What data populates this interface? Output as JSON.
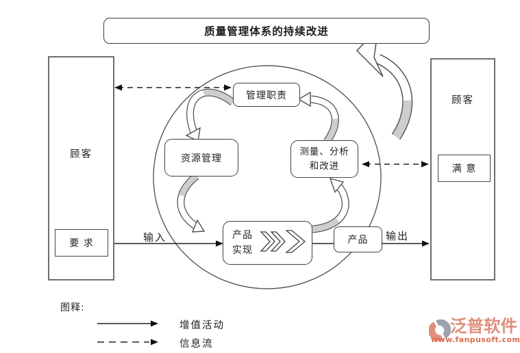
{
  "banner": {
    "title": "质量管理体系的持续改进"
  },
  "customer_left": {
    "label": "顾客",
    "requirements_label": "要 求"
  },
  "customer_right": {
    "label": "顾客",
    "satisfaction_label": "满 意"
  },
  "cycle": {
    "management": "管理职责",
    "resource": "资源管理",
    "measurement": {
      "line1": "测量、分析",
      "line2": "和改进"
    },
    "realization": {
      "line1": "产品",
      "line2": "实现"
    },
    "product": "产品"
  },
  "flow": {
    "input": "输入",
    "output": "输出"
  },
  "legend": {
    "heading": "图释:",
    "solid_label": "增值活动",
    "dashed_label": "信息流"
  },
  "brand": {
    "name": "泛普软件",
    "website": "www.fanpusoft.com",
    "mark": "ring-swoosh"
  },
  "colors": {
    "ribbon_gray": "#cdcdcd",
    "outline_dark": "#4f4f4f",
    "box_border_dark": "#3f3f3f",
    "box_border_gray": "#6e6e6e",
    "line_black": "#222222",
    "brand_salmon": "#df8f7c",
    "brand_gray": "#9aa3ab",
    "brand_url_color": "#dd6b50"
  }
}
